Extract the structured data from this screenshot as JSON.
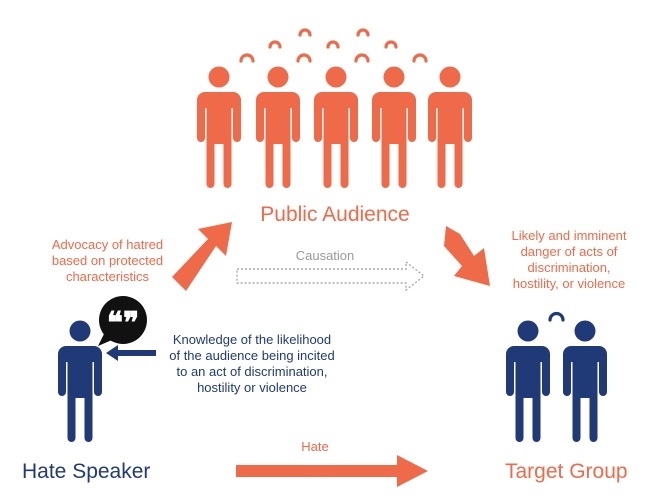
{
  "labels": {
    "public_audience": "Public Audience",
    "hate_speaker": "Hate Speaker",
    "target_group": "Target Group",
    "advocacy": "Advocacy of hatred\nbased on protected\ncharacteristics",
    "causation": "Causation",
    "likely_danger": "Likely and imminent\ndanger of acts of\ndiscrimination,\nhostility, or violence",
    "knowledge": "Knowledge of the likelihood\nof the audience being incited\nto an act of discrimination,\nhostility or violence",
    "hate": "Hate"
  },
  "icons": {
    "speech_bubble": "quotation-speech-bubble-icon",
    "person": "person-icon",
    "thought_arc": "arc-icon"
  },
  "colors": {
    "orange": "#ef6a48",
    "navy": "#1f3a77",
    "grey": "#9a9a9a",
    "black": "#111111"
  }
}
